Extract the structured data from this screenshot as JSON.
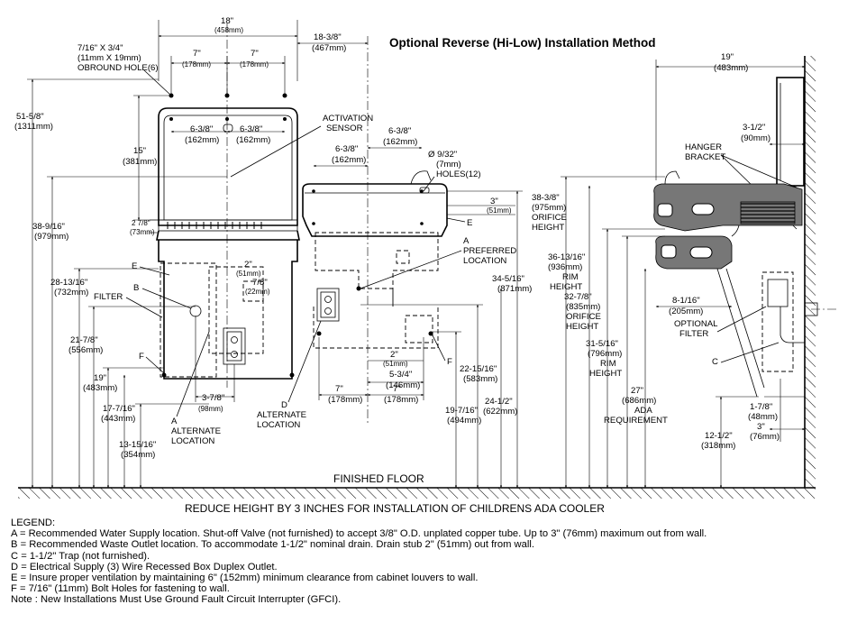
{
  "header": {
    "title": "Optional Reverse (Hi-Low) Installation Method"
  },
  "floor": {
    "label": "FINISHED FLOOR",
    "note": "REDUCE HEIGHT BY 3 INCHES FOR INSTALLATION OF CHILDRENS ADA COOLER"
  },
  "front_view": {
    "width": [
      "18\"",
      "(458mm)"
    ],
    "bolt_spacing_left": [
      "7\"",
      "(178mm)"
    ],
    "bolt_spacing_right": [
      "7\"",
      "(178mm)"
    ],
    "obround_hole": [
      "7/16\" X 3/4\"",
      "(11mm X 19mm)",
      "OBROUND HOLE(6)"
    ],
    "overall_height": [
      "51-5/8\"",
      "(1311mm)"
    ],
    "bracket_height": [
      "15\"",
      "(381mm)"
    ],
    "sensor_left": [
      "6-3/8\"",
      "(162mm)"
    ],
    "sensor_right": [
      "6-3/8\"",
      "(162mm)"
    ],
    "basin_dim": [
      "2 7/8\"",
      "(73mm)"
    ],
    "top_height": [
      "38-9/16\"",
      "(979mm)"
    ],
    "height_2813": [
      "28-13/16\"",
      "(732mm)"
    ],
    "height_2178": [
      "21-7/8\"",
      "(556mm)"
    ],
    "height_19": [
      "19\"",
      "(483mm)"
    ],
    "height_17716": [
      "17-7/16\"",
      "(443mm)"
    ],
    "height_131516": [
      "13-15/16\"",
      "(354mm)"
    ],
    "dim_2": [
      "2\"",
      "(51mm)"
    ],
    "dim_78": [
      "7/8\"",
      "(22mm)"
    ],
    "dim_378": [
      "3-7/8\"",
      "(98mm)"
    ],
    "label_e": "E",
    "label_b": "B",
    "label_f": "F",
    "label_filter": "FILTER",
    "alt_location": [
      "A",
      "ALTERNATE",
      "LOCATION"
    ]
  },
  "mid_view": {
    "depth": [
      "18-3/8\"",
      "(467mm)"
    ],
    "activation_sensor": [
      "ACTIVATION",
      "SENSOR"
    ],
    "offset_right": [
      "6-3/8\"",
      "(162mm)"
    ],
    "offset_left": [
      "6-3/8\"",
      "(162mm)"
    ],
    "holes": [
      "Ø 9/32\"",
      "(7mm)",
      "HOLES(12)"
    ],
    "dim_3": [
      "3\"",
      "(51mm)"
    ],
    "label_e": "E",
    "preferred": [
      "A",
      "PREFERRED",
      "LOCATION"
    ],
    "height_34516": [
      "34-5/16\"",
      "(871mm)"
    ],
    "height_221516": [
      "22-15/16\"",
      "(583mm)"
    ],
    "height_2412": [
      "24-1/2\"",
      "(622mm)"
    ],
    "height_19716": [
      "19-7/16\"",
      "(494mm)"
    ],
    "dim_2": [
      "2\"",
      "(51mm)"
    ],
    "dim_534": [
      "5-3/4\"",
      "(146mm)"
    ],
    "dim_7a": [
      "7\"",
      "(178mm)"
    ],
    "dim_7b": [
      "7\"",
      "(178mm)"
    ],
    "label_f": "F",
    "alt_location": [
      "D",
      "ALTERNATE",
      "LOCATION"
    ]
  },
  "side_view": {
    "width": [
      "19\"",
      "(483mm)"
    ],
    "dim_312": [
      "3-1/2\"",
      "(90mm)"
    ],
    "hanger_bracket": [
      "HANGER",
      "BRACKET"
    ],
    "orifice_38": [
      "38-3/8\"",
      "(975mm)",
      "ORIFICE",
      "HEIGHT"
    ],
    "rim_36": [
      "36-13/16\"",
      "(936mm)",
      "RIM",
      "HEIGHT"
    ],
    "orifice_32": [
      "32-7/8\"",
      "(835mm)",
      "ORIFICE",
      "HEIGHT"
    ],
    "rim_31": [
      "31-5/16\"",
      "(796mm)",
      "RIM",
      "HEIGHT"
    ],
    "dim_8116": [
      "8-1/16\"",
      "(205mm)"
    ],
    "optional_filter": [
      "OPTIONAL",
      "FILTER"
    ],
    "label_c": "C",
    "ada": [
      "27\"",
      "(686mm)",
      "ADA",
      "REQUIREMENT"
    ],
    "dim_178": [
      "1-7/8\"",
      "(48mm)"
    ],
    "dim_3": [
      "3\"",
      "(76mm)"
    ],
    "dim_1212": [
      "12-1/2\"",
      "(318mm)"
    ]
  },
  "legend": {
    "heading": "LEGEND:",
    "items": [
      "A = Recommended Water Supply location. Shut-off Valve (not furnished) to accept 3/8\" O.D. unplated copper tube. Up to 3\" (76mm) maximum out from wall.",
      "B = Recommended Waste Outlet location. To accommodate 1-1/2\" nominal drain. Drain stub 2\" (51mm) out from wall.",
      "C = 1-1/2\" Trap (not furnished).",
      "D = Electrical Supply (3) Wire Recessed Box Duplex Outlet.",
      "E = Insure proper ventilation by maintaining 6\" (152mm) minimum clearance from cabinet louvers to wall.",
      "F = 7/16\" (11mm) Bolt Holes for fastening to wall.",
      "Note : New Installations Must Use Ground Fault Circuit Interrupter (GFCI)."
    ]
  }
}
